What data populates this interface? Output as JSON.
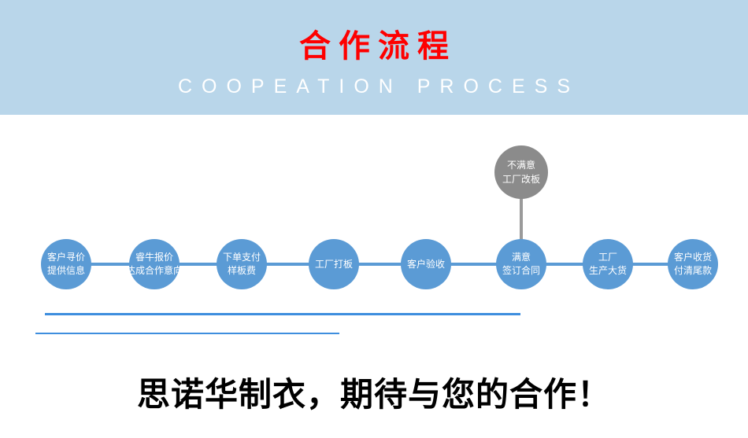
{
  "banner": {
    "title": "合作流程",
    "subtitle": "COOPEATION PROCESS"
  },
  "flow": {
    "steps": [
      {
        "line1": "客户寻价",
        "line2": "提供信息"
      },
      {
        "line1": "睿牛报价",
        "line2": "达成合作意向"
      },
      {
        "line1": "下单支付",
        "line2": "样板费"
      },
      {
        "line1": "工厂打板",
        "line2": ""
      },
      {
        "line1": "客户验收",
        "line2": ""
      },
      {
        "line1": "满意",
        "line2": "签订合同"
      },
      {
        "line1": "工厂",
        "line2": "生产大货"
      },
      {
        "line1": "客户收货",
        "line2": "付清尾款"
      }
    ],
    "branch": {
      "line1": "不满意",
      "line2": "工厂改板"
    }
  },
  "footer": {
    "slogan": "思诺华制衣，期待与您的合作！"
  },
  "colors": {
    "banner_bg": "#b9d6ea",
    "title": "#fe0000",
    "subtitle": "#ffffff",
    "step_circle": "#5b9bd5",
    "branch_circle": "#8b8b8b",
    "connector": "#5b9bd5",
    "branch_connector": "#9a9a9a",
    "underline": "#3e8ede",
    "slogan": "#000000"
  }
}
